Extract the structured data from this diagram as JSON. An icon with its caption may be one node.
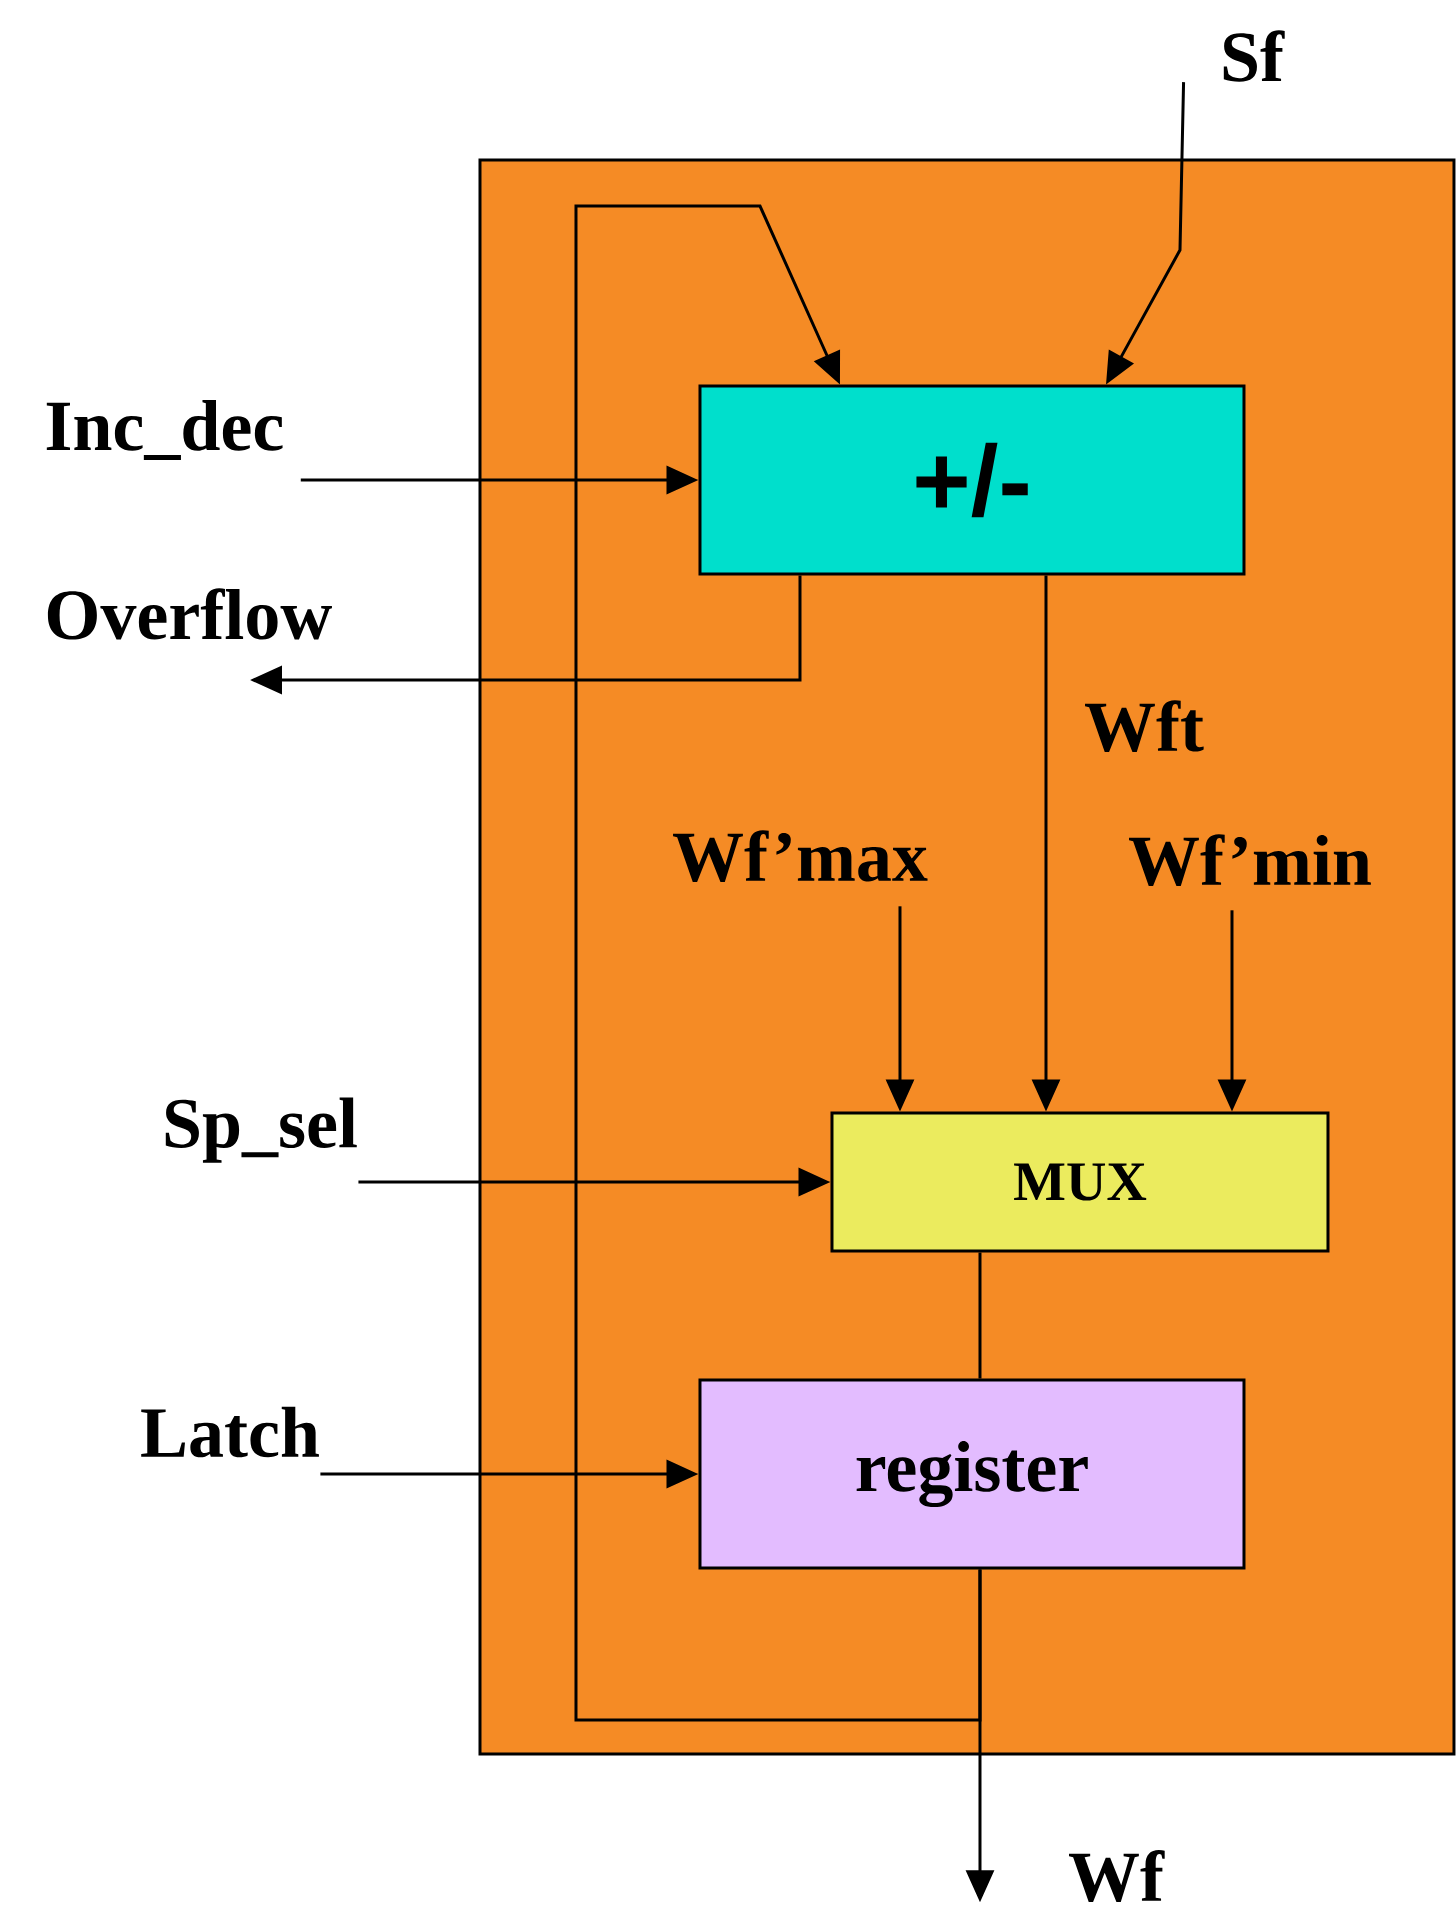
{
  "diagram": {
    "nodes": [
      {
        "text": [],
        "shape": "box"
      },
      {
        "text": [
          "+/-"
        ],
        "in": 0
      },
      {
        "text": [
          "MUX"
        ],
        "in": 0
      },
      {
        "text": [
          "register"
        ],
        "in": 0
      },
      {
        "text": [
          "Sf"
        ]
      },
      {
        "text": [
          "Inc_dec"
        ]
      },
      {
        "text": [
          "Overflow"
        ]
      },
      {
        "text": [
          "Wf’max"
        ],
        "in": 0
      },
      {
        "text": [
          "Wf’min"
        ],
        "in": 0
      },
      {
        "text": [
          "Sp_sel"
        ]
      },
      {
        "text": [
          "Latch"
        ]
      },
      {
        "text": [
          "Wf"
        ]
      }
    ],
    "edges": [
      {
        "from": 4,
        "to": 1,
        "arrow": "to"
      },
      {
        "from": 3,
        "to": 1,
        "arrow": "to"
      },
      {
        "from": 5,
        "to": 1,
        "arrow": "to"
      },
      {
        "from": 1,
        "to": 6,
        "arrow": "to"
      },
      {
        "from": 1,
        "to": 2,
        "arrow": "to",
        "label": "Wft"
      },
      {
        "from": 7,
        "to": 2,
        "arrow": "to"
      },
      {
        "from": 8,
        "to": 2,
        "arrow": "to"
      },
      {
        "from": 9,
        "to": 2,
        "arrow": "to"
      },
      {
        "from": 2,
        "to": 3,
        "arrow": "none"
      },
      {
        "from": 10,
        "to": 3,
        "arrow": "to"
      },
      {
        "from": 3,
        "to": 11,
        "arrow": "to"
      }
    ]
  }
}
